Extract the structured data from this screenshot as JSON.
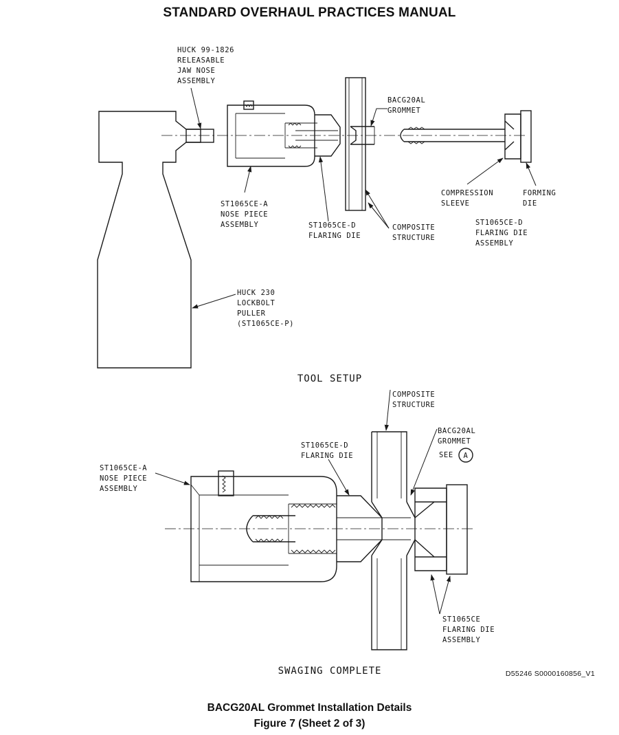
{
  "header": {
    "title": "STANDARD OVERHAUL PRACTICES MANUAL"
  },
  "tool_setup": {
    "view_title": "TOOL SETUP",
    "labels": {
      "jaw_nose": [
        "HUCK 99-1826",
        "RELEASABLE",
        "JAW NOSE",
        "ASSEMBLY"
      ],
      "grommet": [
        "BACG20AL",
        "GROMMET"
      ],
      "nose_piece": [
        "ST1065CE-A",
        "NOSE PIECE",
        "ASSEMBLY"
      ],
      "flaring_die": [
        "ST1065CE-D",
        "FLARING DIE"
      ],
      "composite": [
        "COMPOSITE",
        "STRUCTURE"
      ],
      "compression_sleeve": [
        "COMPRESSION",
        "SLEEVE"
      ],
      "forming_die": [
        "FORMING",
        "DIE"
      ],
      "flaring_die_assembly": [
        "ST1065CE-D",
        "FLARING DIE",
        "ASSEMBLY"
      ],
      "puller": [
        "HUCK 230",
        "LOCKBOLT",
        "PULLER",
        "(ST1065CE-P)"
      ]
    }
  },
  "swaging_complete": {
    "view_title": "SWAGING COMPLETE",
    "labels": {
      "composite": [
        "COMPOSITE",
        "STRUCTURE"
      ],
      "grommet": [
        "BACG20AL",
        "GROMMET"
      ],
      "see_label": "SEE",
      "detail_ref": "A",
      "flaring_die": [
        "ST1065CE-D",
        "FLARING DIE"
      ],
      "nose_piece": [
        "ST1065CE-A",
        "NOSE PIECE",
        "ASSEMBLY"
      ],
      "flaring_die_assembly": [
        "ST1065CE",
        "FLARING DIE",
        "ASSEMBLY"
      ]
    }
  },
  "figure_code": "D55246 S0000160856_V1",
  "caption": {
    "title": "BACG20AL Grommet Installation Details",
    "sheet": "Figure 7  (Sheet 2 of 3)"
  }
}
